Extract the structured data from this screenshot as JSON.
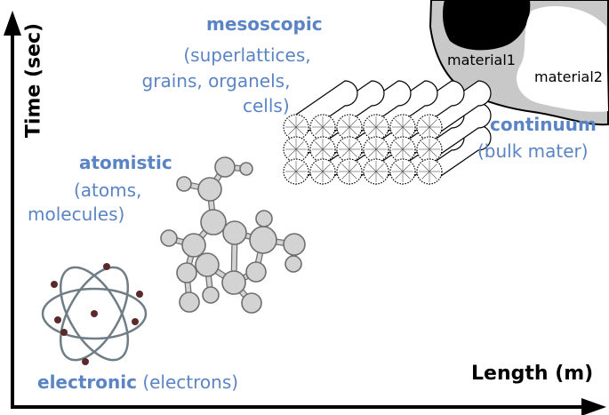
{
  "axes": {
    "y_label": "Time (sec)",
    "x_label": "Length (m)"
  },
  "scales": {
    "electronic": {
      "title": "electronic",
      "detail": "(electrons)"
    },
    "atomistic": {
      "title": "atomistic",
      "detail_line1": "(atoms,",
      "detail_line2": "molecules)"
    },
    "mesoscopic": {
      "title": "mesoscopic",
      "detail_line1": "(superlattices,",
      "detail_line2": "grains, organels,",
      "detail_line3": "cells)"
    },
    "continuum": {
      "title": "continuum",
      "detail": "(bulk mater)"
    }
  },
  "continuum_materials": {
    "material1": "material1",
    "material2": "material2"
  },
  "colors": {
    "label_blue": "#5b84c4",
    "atom_gray": "#d3d3d3",
    "electron": "#5a2a2a",
    "orbit": "#6f7d86",
    "material_gray": "#c8c8c8",
    "material_black": "#000000"
  },
  "icons": [
    "atom-orbit-icon",
    "molecule-icon",
    "fiber-bundle-icon",
    "material-blob-icon"
  ]
}
